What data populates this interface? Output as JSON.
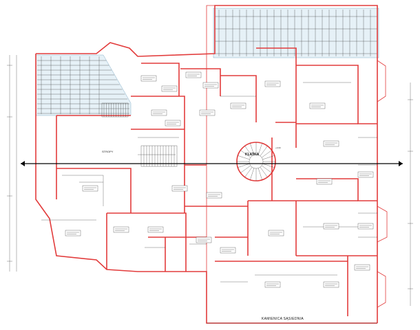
{
  "footer": {
    "neighbor_label": "KAMIENICA SĄSIEDNIA"
  },
  "labels": {
    "stair_hall": "KLATKA",
    "stropy": "STROPY",
    "floor_level": "+0.00"
  },
  "colors": {
    "wall": "#e23b3b",
    "beam": "#3a7ca5",
    "roof_fill": "#e6f1f7",
    "line": "#333333"
  }
}
